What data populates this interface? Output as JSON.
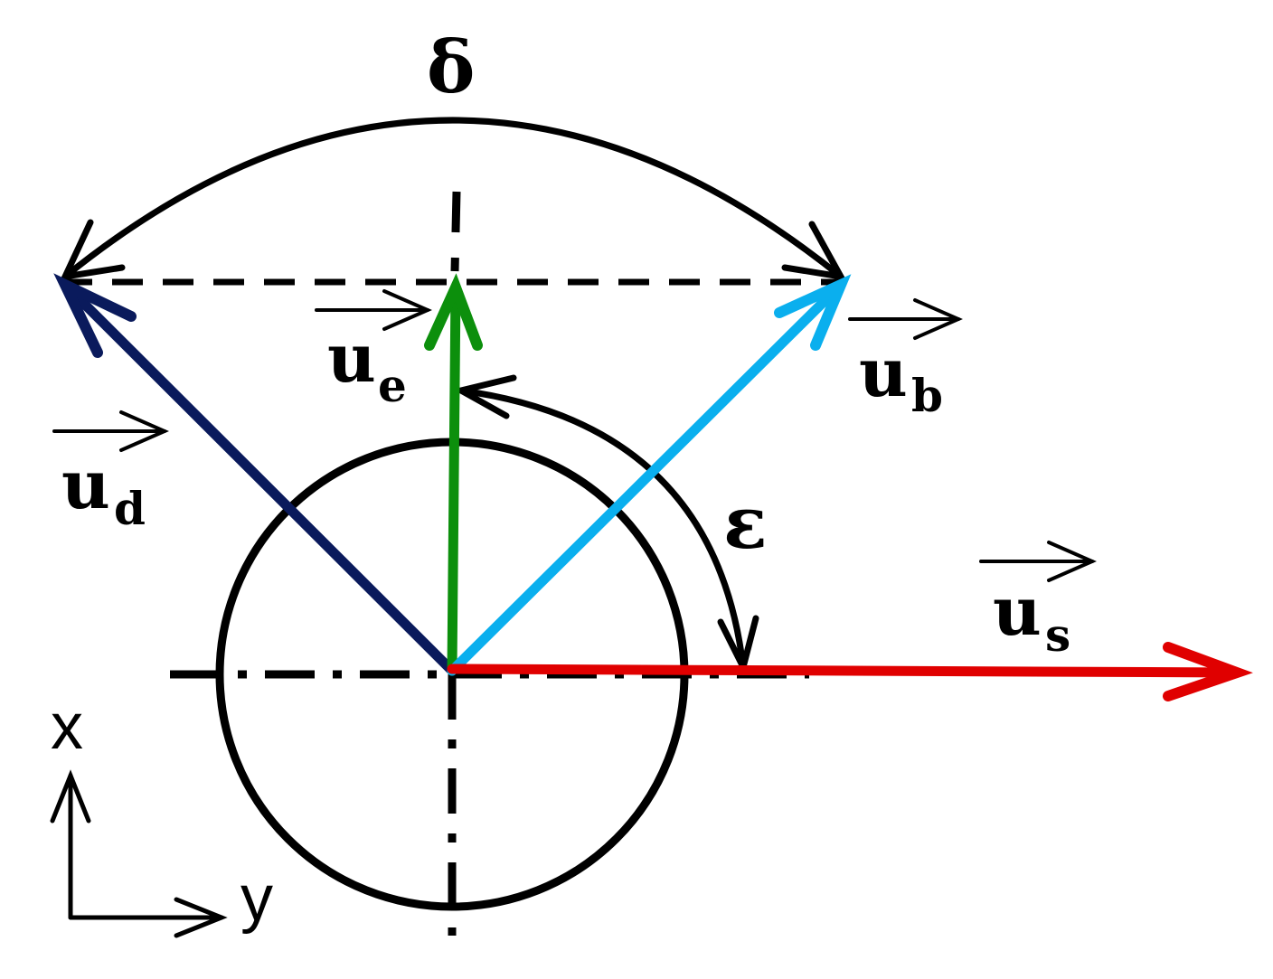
{
  "labels": {
    "delta": "δ",
    "epsilon": "ε",
    "axis_x": "x",
    "axis_y": "y"
  },
  "vectors": [
    {
      "id": "u_e",
      "main": "u",
      "sub": "e",
      "color": "#0c8f0c"
    },
    {
      "id": "u_b",
      "main": "u",
      "sub": "b",
      "color": "#0aafee"
    },
    {
      "id": "u_d",
      "main": "u",
      "sub": "d",
      "color": "#0a1a5c"
    },
    {
      "id": "u_s",
      "main": "u",
      "sub": "s",
      "color": "#e00000"
    }
  ],
  "colors": {
    "ink": "#000000",
    "u_e": "#0c8f0c",
    "u_b": "#0aafee",
    "u_d": "#0a1a5c",
    "u_s": "#e00000"
  }
}
